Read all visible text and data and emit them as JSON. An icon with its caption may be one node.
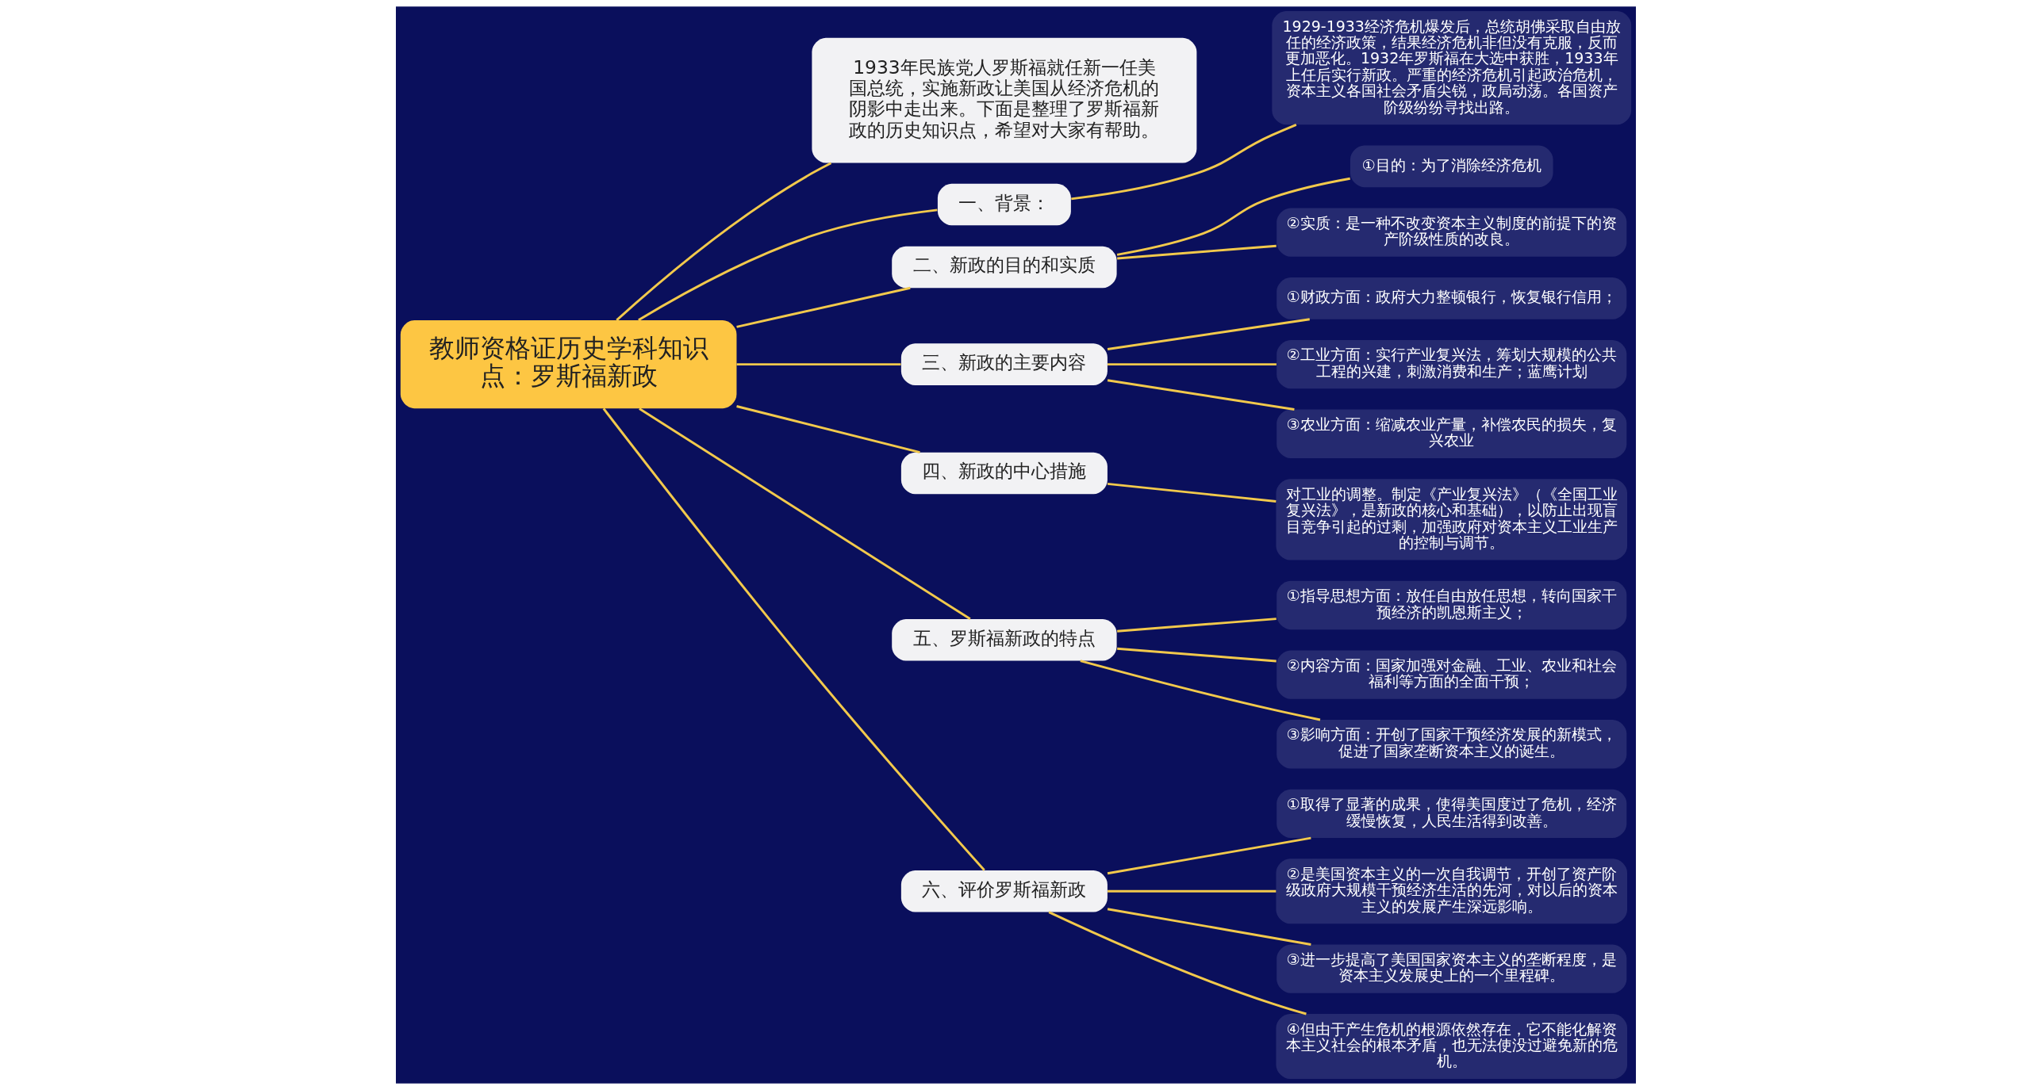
{
  "diagram": {
    "nodes": [
      {
        "text": [
          "教师资格证历史学科知识点：罗斯福新政"
        ]
      },
      {
        "text": [
          "1933年民族党人罗斯福就任新一任美国总统，实施新政让美国从经济危机的阴影中走出来。下面是整理了罗斯福新政的历史知识点，希望对大家有帮助。"
        ]
      },
      {
        "text": [
          "一、背景："
        ]
      },
      {
        "text": [
          "1929-1933经济危机爆发后，总统胡佛采取自由放任的经济政策，结果经济危机非但没有克服，反而更加恶化。1932年罗斯福在大选中获胜，1933年上任后实行新政。严重的经济危机引起政治危机，资本主义各国社会矛盾尖锐，政局动荡。各国资产阶级纷纷寻找出路。"
        ]
      },
      {
        "text": [
          "二、新政的目的和实质"
        ]
      },
      {
        "text": [
          "①目的：为了消除经济危机"
        ]
      },
      {
        "text": [
          "②实质：是一种不改变资本主义制度的前提下的资产阶级性质的改良。"
        ]
      },
      {
        "text": [
          "三、新政的主要内容"
        ]
      },
      {
        "text": [
          "①财政方面：政府大力整顿银行，恢复银行信用；"
        ]
      },
      {
        "text": [
          "②工业方面：实行产业复兴法，筹划大规模的公共工程的兴建，刺激消费和生产；蓝鹰计划"
        ]
      },
      {
        "text": [
          "③农业方面：缩减农业产量，补偿农民的损失，复兴农业"
        ]
      },
      {
        "text": [
          "四、新政的中心措施"
        ]
      },
      {
        "text": [
          "对工业的调整。制定《产业复兴法》（《全国工业复兴法》，是新政的核心和基础），以防止出现盲目竞争引起的过剩，加强政府对资本主义工业生产的控制与调节。"
        ]
      },
      {
        "text": [
          "五、罗斯福新政的特点"
        ]
      },
      {
        "text": [
          "①指导思想方面：放任自由放任思想，转向国家干预经济的凯恩斯主义；"
        ]
      },
      {
        "text": [
          "②内容方面：国家加强对金融、工业、农业和社会福利等方面的全面干预；"
        ]
      },
      {
        "text": [
          "③影响方面：开创了国家干预经济发展的新模式，促进了国家垄断资本主义的诞生。"
        ]
      },
      {
        "text": [
          "六、评价罗斯福新政"
        ]
      },
      {
        "text": [
          "①取得了显著的成果，使得美国度过了危机，经济缓慢恢复，人民生活得到改善。"
        ]
      },
      {
        "text": [
          "②是美国资本主义的一次自我调节，开创了资产阶级政府大规模干预经济生活的先河，对以后的资本主义的发展产生深远影响。"
        ]
      },
      {
        "text": [
          "③进一步提高了美国国家资本主义的垄断程度，是资本主义发展史上的一个里程碑。"
        ]
      },
      {
        "text": [
          "④但由于产生危机的根源依然存在，它不能化解资本主义社会的根本矛盾，也无法使没过避免新的危机。"
        ]
      }
    ],
    "edges": [
      {
        "from": 0,
        "to": 1,
        "arrow": "none"
      },
      {
        "from": 0,
        "to": 2,
        "arrow": "none"
      },
      {
        "from": 2,
        "to": 3,
        "arrow": "none"
      },
      {
        "from": 0,
        "to": 4,
        "arrow": "none"
      },
      {
        "from": 4,
        "to": 5,
        "arrow": "none"
      },
      {
        "from": 4,
        "to": 6,
        "arrow": "none"
      },
      {
        "from": 0,
        "to": 7,
        "arrow": "none"
      },
      {
        "from": 7,
        "to": 8,
        "arrow": "none"
      },
      {
        "from": 7,
        "to": 9,
        "arrow": "none"
      },
      {
        "from": 7,
        "to": 10,
        "arrow": "none"
      },
      {
        "from": 0,
        "to": 11,
        "arrow": "none"
      },
      {
        "from": 11,
        "to": 12,
        "arrow": "none"
      },
      {
        "from": 0,
        "to": 13,
        "arrow": "none"
      },
      {
        "from": 13,
        "to": 14,
        "arrow": "none"
      },
      {
        "from": 13,
        "to": 15,
        "arrow": "none"
      },
      {
        "from": 13,
        "to": 16,
        "arrow": "none"
      },
      {
        "from": 0,
        "to": 17,
        "arrow": "none"
      },
      {
        "from": 17,
        "to": 18,
        "arrow": "none"
      },
      {
        "from": 17,
        "to": 19,
        "arrow": "none"
      },
      {
        "from": 17,
        "to": 20,
        "arrow": "none"
      },
      {
        "from": 17,
        "to": 21,
        "arrow": "none"
      }
    ]
  }
}
